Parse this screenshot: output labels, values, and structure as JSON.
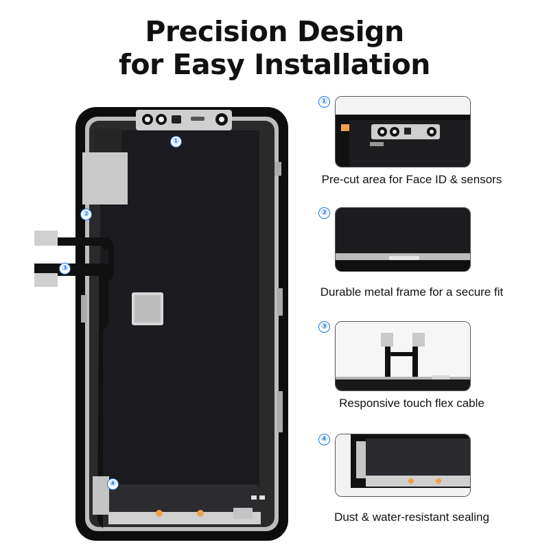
{
  "title": {
    "line1": "Precision Design",
    "line2": "for Easy Installation"
  },
  "phone_markers": [
    "①",
    "②",
    "③",
    "④"
  ],
  "features": [
    {
      "number": "①",
      "caption": "Pre-cut area for Face ID & sensors"
    },
    {
      "number": "②",
      "caption": "Durable metal frame for a secure fit"
    },
    {
      "number": "③",
      "caption": "Responsive  touch flex cable"
    },
    {
      "number": "④",
      "caption": "Dust & water-resistant sealing"
    }
  ],
  "colors": {
    "accent": "#1a73e8",
    "panel": "#1b1b1f",
    "frame": "#0d0d0d",
    "metal": "#c9c9c9"
  }
}
